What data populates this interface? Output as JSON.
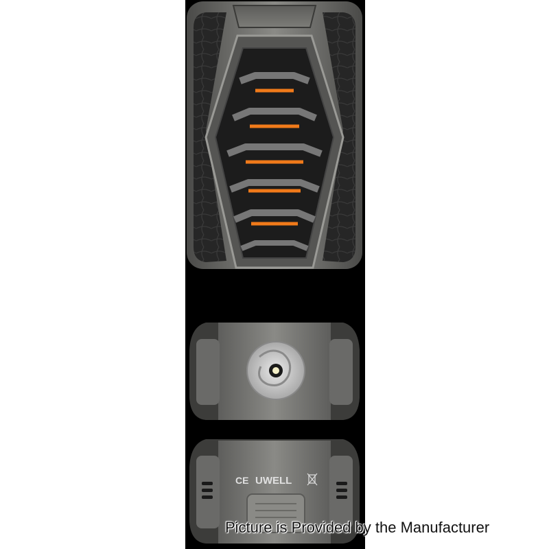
{
  "product": {
    "brand_logo": "UWELL",
    "cert_mark": "CE",
    "disposal_icon": "crossed-bin-icon"
  },
  "caption": {
    "text": "Picture is Provided by the Manufacturer"
  },
  "colors": {
    "background": "#ffffff",
    "strip": "#000000",
    "accent_orange": "#f07a1a",
    "gunmetal": "#6e6e6c",
    "leather": "#2b2b2b"
  }
}
